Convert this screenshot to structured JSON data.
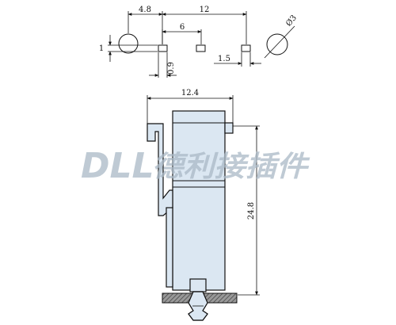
{
  "dimensions": {
    "pitch_small": "4.8",
    "pitch_total": "12",
    "pitch_inner": "6",
    "pad_height": "1",
    "pad_width": "0.9",
    "pad_offset": "1.5",
    "hole_diameter": "Ø3",
    "body_width": "12.4",
    "body_height": "24.8"
  },
  "watermark": {
    "latin": "DLL",
    "chinese": "德利接插件"
  },
  "colors": {
    "line": "#111111",
    "body_fill": "#dbe7f2",
    "board_fill": "#777777",
    "watermark": "#aab8c6"
  }
}
